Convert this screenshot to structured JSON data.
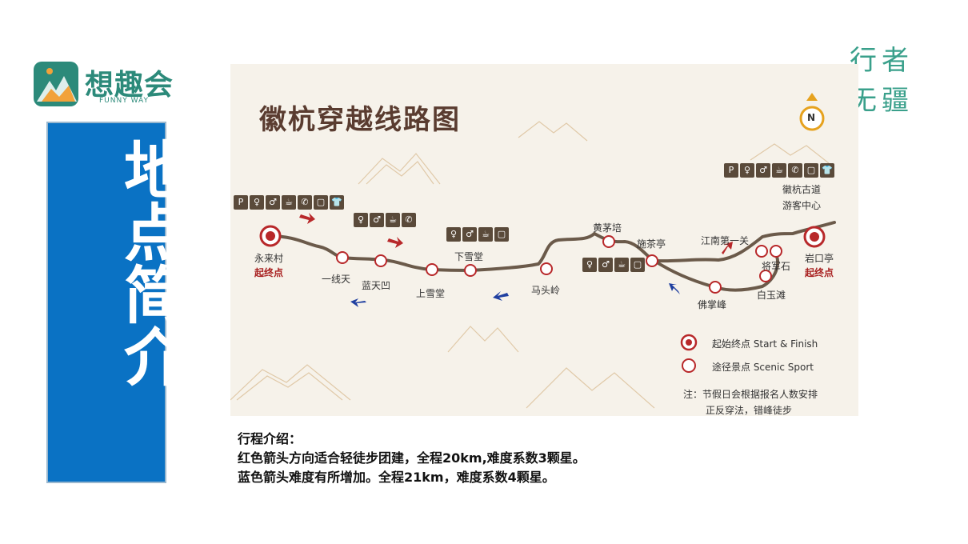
{
  "logo": {
    "name": "想趣会",
    "sub": "FUNNY WAY"
  },
  "slogan": {
    "line1": "行者",
    "line2": "无疆"
  },
  "side_title": "地点简介",
  "map": {
    "title": "徽杭穿越线路图",
    "north": "N",
    "visitor_center": {
      "line1": "徽杭古道",
      "line2": "游客中心"
    },
    "facility_icons": [
      "P",
      "♀",
      "♂",
      "☕",
      "✆",
      "▢",
      "👕"
    ],
    "places": {
      "yonglai": "永来村",
      "yixiantian": "一线天",
      "lantianao": "蓝天凹",
      "shangxuetang": "上雪堂",
      "xiaxuetang": "下雪堂",
      "matouling": "马头岭",
      "huangmaopei": "黄茅培",
      "shichating": "施茶亭",
      "jiangnan": "江南第一关",
      "jiangjunshi": "将军石",
      "yankouting": "岩口亭",
      "baiyutan": "白玉滩",
      "fozhangfeng": "佛掌峰"
    },
    "start_finish_left": "起终点",
    "start_finish_right": "起终点",
    "legend": {
      "start": "起始终点   Start & Finish",
      "scenic": "途径景点   Scenic Sport"
    },
    "note": {
      "line1": "注：节假日会根据报名人数安排",
      "line2": "正反穿法，错峰徒步"
    }
  },
  "description": {
    "heading": "行程介绍：",
    "line1": "红色箭头方向适合轻徒步团建，全程20km,难度系数3颗星。",
    "line2": "蓝色箭头难度有所增加。全程21km，难度系数4颗星。"
  },
  "colors": {
    "banner": "#0a72c4",
    "brand": "#2c8a7a",
    "route": "#6b5a4a",
    "marker": "#b8282a",
    "arrow_blue": "#1f3fa0"
  }
}
